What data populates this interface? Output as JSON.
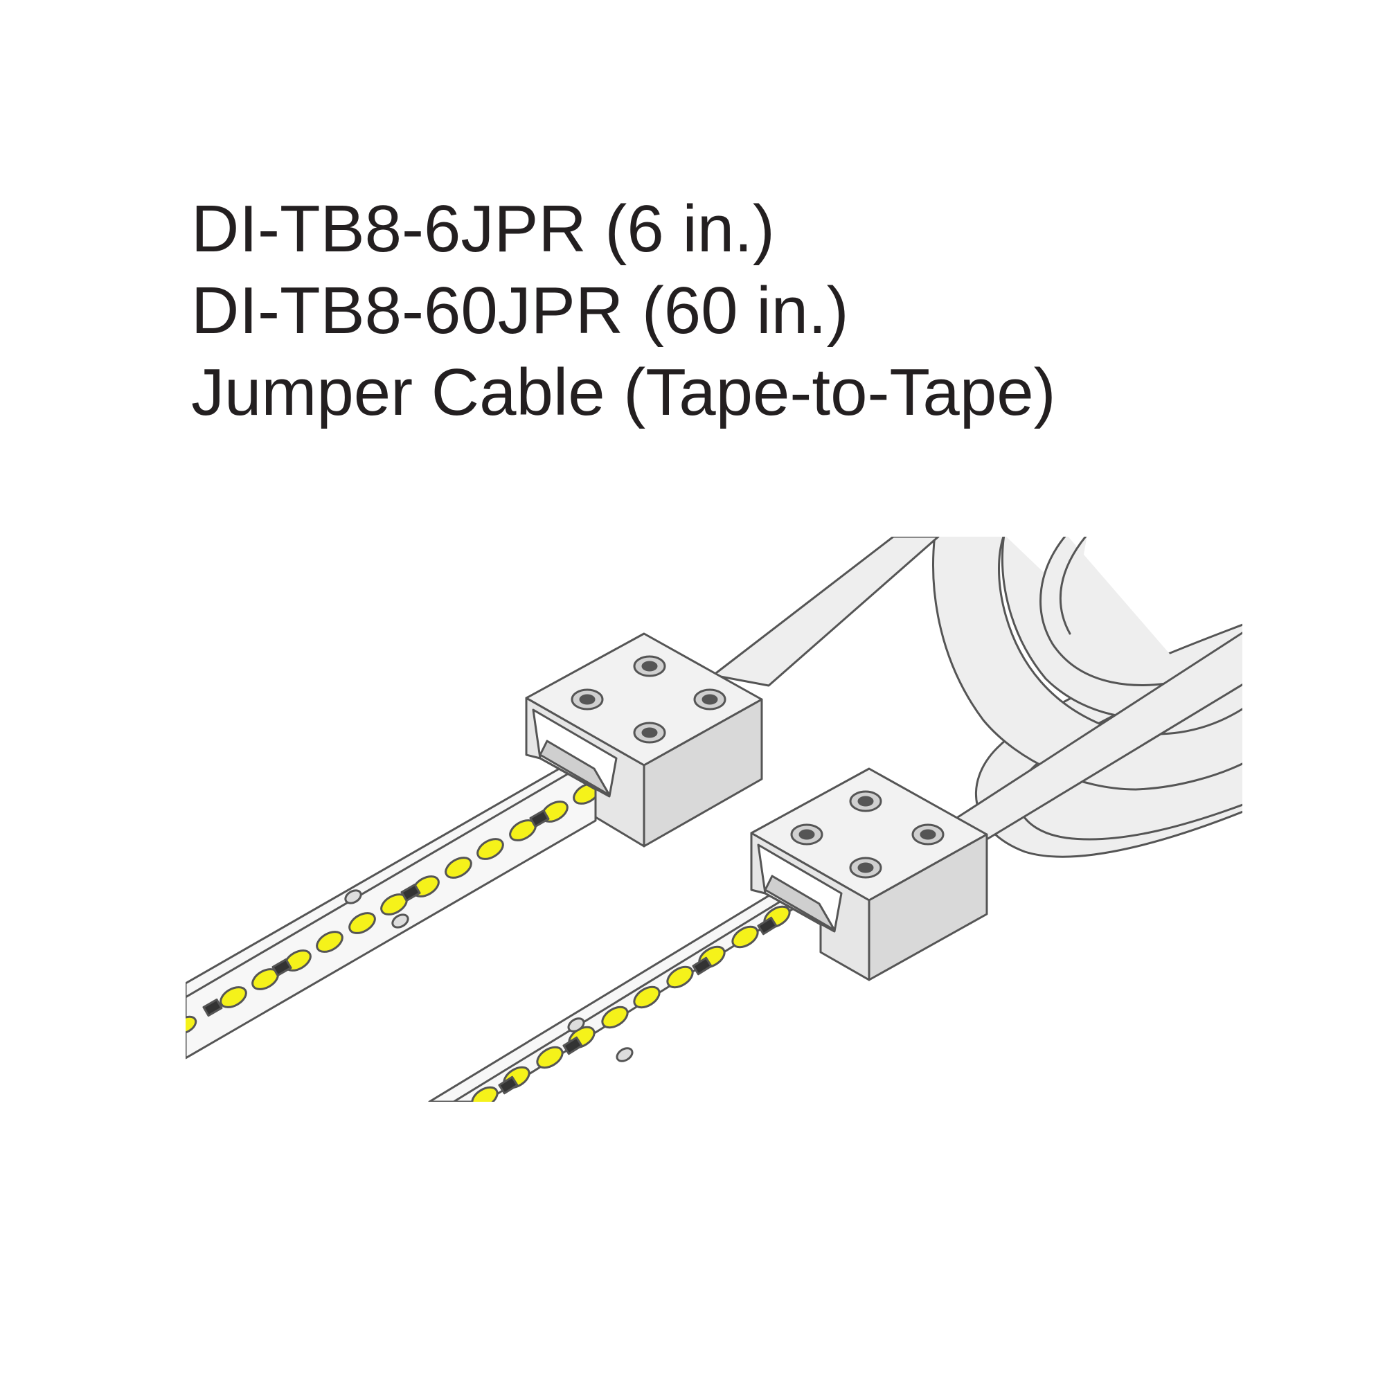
{
  "product": {
    "model_short": "DI-TB8-6JPR (6 in.)",
    "model_long": "DI-TB8-60JPR (60 in.)",
    "description": "Jumper Cable (Tape-to-Tape)"
  },
  "illustration": {
    "subject": "led-tape-jumper-cable-with-two-connectors",
    "colors": {
      "outline": "#555555",
      "connector_top": "#f2f2f2",
      "connector_side": "#d9d9d9",
      "cable": "#eeeeee",
      "tape": "#f7f7f7",
      "led": "#f5f21a",
      "chip": "#333333"
    }
  }
}
